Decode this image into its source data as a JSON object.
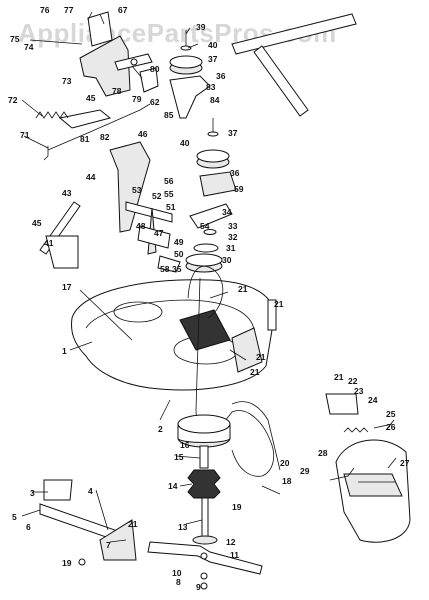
{
  "watermark": "AppliancePartsPros.com",
  "labels": [
    {
      "id": "76",
      "text": "76"
    },
    {
      "id": "77",
      "text": "77"
    },
    {
      "id": "67",
      "text": "67"
    },
    {
      "id": "75",
      "text": "75"
    },
    {
      "id": "74",
      "text": "74"
    },
    {
      "id": "39",
      "text": "39"
    },
    {
      "id": "40",
      "text": "40"
    },
    {
      "id": "37a",
      "text": "37"
    },
    {
      "id": "36a",
      "text": "36"
    },
    {
      "id": "80",
      "text": "80"
    },
    {
      "id": "73",
      "text": "73"
    },
    {
      "id": "83",
      "text": "83"
    },
    {
      "id": "78",
      "text": "78"
    },
    {
      "id": "84",
      "text": "84"
    },
    {
      "id": "79",
      "text": "79"
    },
    {
      "id": "62",
      "text": "62"
    },
    {
      "id": "72",
      "text": "72"
    },
    {
      "id": "45a",
      "text": "45"
    },
    {
      "id": "85",
      "text": "85"
    },
    {
      "id": "81",
      "text": "81"
    },
    {
      "id": "82",
      "text": "82"
    },
    {
      "id": "37b",
      "text": "37"
    },
    {
      "id": "71",
      "text": "71"
    },
    {
      "id": "46",
      "text": "46"
    },
    {
      "id": "40b",
      "text": "40"
    },
    {
      "id": "44",
      "text": "44"
    },
    {
      "id": "36b",
      "text": "36"
    },
    {
      "id": "56",
      "text": "56"
    },
    {
      "id": "55",
      "text": "55"
    },
    {
      "id": "59",
      "text": "59"
    },
    {
      "id": "43",
      "text": "43"
    },
    {
      "id": "53",
      "text": "53"
    },
    {
      "id": "52",
      "text": "52"
    },
    {
      "id": "51",
      "text": "51"
    },
    {
      "id": "34",
      "text": "34"
    },
    {
      "id": "45b",
      "text": "45"
    },
    {
      "id": "48",
      "text": "48"
    },
    {
      "id": "54",
      "text": "54"
    },
    {
      "id": "33",
      "text": "33"
    },
    {
      "id": "47",
      "text": "47"
    },
    {
      "id": "32",
      "text": "32"
    },
    {
      "id": "41",
      "text": "41"
    },
    {
      "id": "49",
      "text": "49"
    },
    {
      "id": "31",
      "text": "31"
    },
    {
      "id": "50",
      "text": "50"
    },
    {
      "id": "30",
      "text": "30"
    },
    {
      "id": "58",
      "text": "58"
    },
    {
      "id": "35",
      "text": "35"
    },
    {
      "id": "21a",
      "text": "21"
    },
    {
      "id": "17",
      "text": "17"
    },
    {
      "id": "21b",
      "text": "21"
    },
    {
      "id": "1",
      "text": "1"
    },
    {
      "id": "21c",
      "text": "21"
    },
    {
      "id": "21d",
      "text": "21"
    },
    {
      "id": "21e",
      "text": "21"
    },
    {
      "id": "22",
      "text": "22"
    },
    {
      "id": "23",
      "text": "23"
    },
    {
      "id": "24",
      "text": "24"
    },
    {
      "id": "2",
      "text": "2"
    },
    {
      "id": "25",
      "text": "25"
    },
    {
      "id": "16",
      "text": "16"
    },
    {
      "id": "26",
      "text": "26"
    },
    {
      "id": "27",
      "text": "27"
    },
    {
      "id": "15",
      "text": "15"
    },
    {
      "id": "20",
      "text": "20"
    },
    {
      "id": "14",
      "text": "14"
    },
    {
      "id": "18",
      "text": "18"
    },
    {
      "id": "29",
      "text": "29"
    },
    {
      "id": "28",
      "text": "28"
    },
    {
      "id": "19a",
      "text": "19"
    },
    {
      "id": "3",
      "text": "3"
    },
    {
      "id": "4",
      "text": "4"
    },
    {
      "id": "5",
      "text": "5"
    },
    {
      "id": "6",
      "text": "6"
    },
    {
      "id": "21f",
      "text": "21"
    },
    {
      "id": "7",
      "text": "7"
    },
    {
      "id": "13",
      "text": "13"
    },
    {
      "id": "12",
      "text": "12"
    },
    {
      "id": "11",
      "text": "11"
    },
    {
      "id": "19b",
      "text": "19"
    },
    {
      "id": "10",
      "text": "10"
    },
    {
      "id": "8",
      "text": "8"
    },
    {
      "id": "9",
      "text": "9"
    }
  ]
}
